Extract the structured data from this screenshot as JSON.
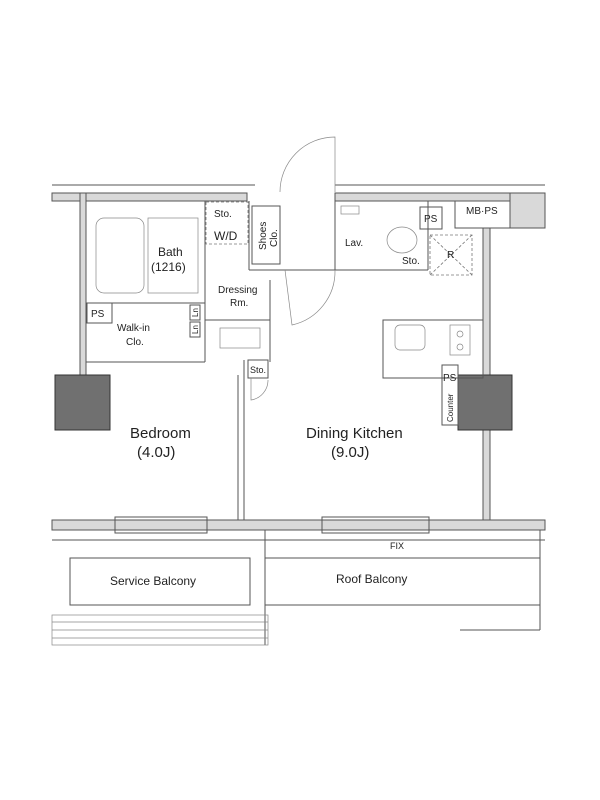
{
  "rooms": {
    "bath": {
      "name": "Bath",
      "size": "(1216)"
    },
    "dressing": {
      "line1": "Dressing",
      "line2": "Rm."
    },
    "walkin": {
      "line1": "Walk-in",
      "line2": "Clo."
    },
    "shoes": {
      "line1": "Shoes",
      "line2": "Clo."
    },
    "lav": "Lav.",
    "wd": "W/D",
    "sto_top": "Sto.",
    "sto_lav": "Sto.",
    "sto_mid": "Sto.",
    "ps_left": "PS",
    "ps_top": "PS",
    "ps_kitchen": "PS",
    "mbps": "MB·PS",
    "r": "R",
    "ln1": "Ln",
    "ln2": "Ln",
    "counter": "Counter",
    "bedroom": {
      "name": "Bedroom",
      "size": "(4.0J)"
    },
    "dk": {
      "name": "Dining Kitchen",
      "size": "(9.0J)"
    },
    "fix": "FIX",
    "service_balcony": "Service Balcony",
    "roof_balcony": "Roof Balcony"
  }
}
